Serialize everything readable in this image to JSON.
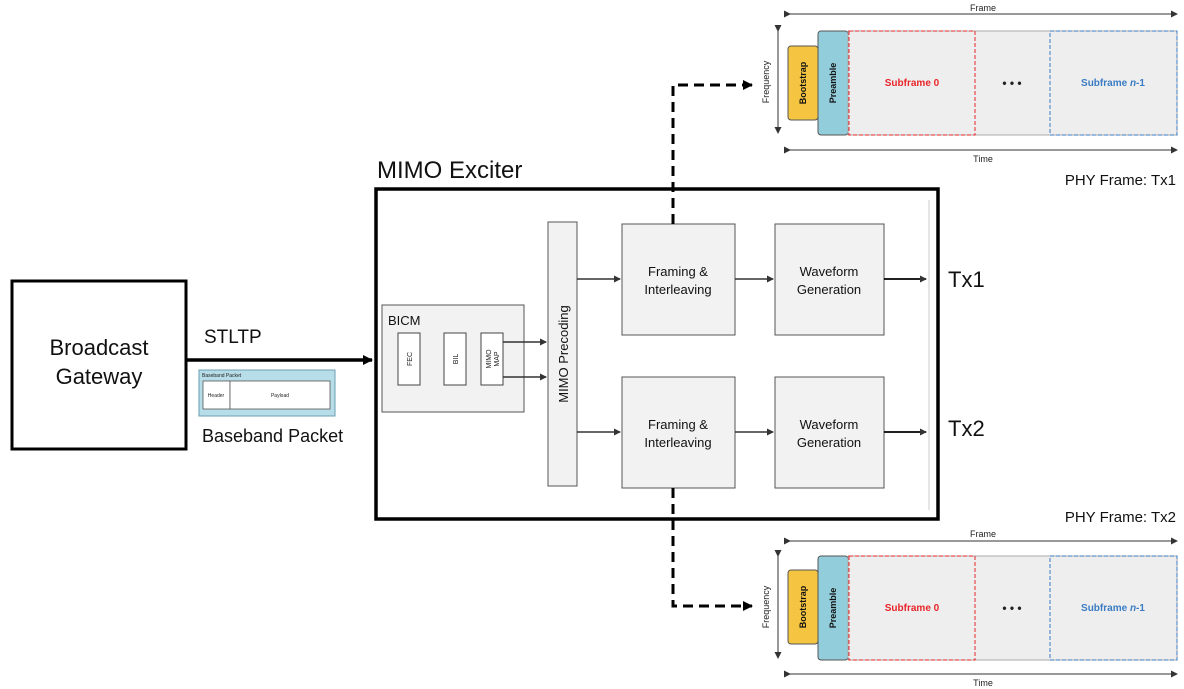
{
  "broadcast_gateway": {
    "line1": "Broadcast",
    "line2": "Gateway"
  },
  "stltp_label": "STLTP",
  "baseband_packet": {
    "label": "Baseband Packet",
    "inner_title": "Baseband Packet",
    "header": "Header",
    "payload": "Payload"
  },
  "exciter": {
    "title": "MIMO Exciter",
    "bicm": {
      "title": "BICM",
      "fec": "FEC",
      "bil": "BIL",
      "mimo_map_line1": "MIMO",
      "mimo_map_line2": "MAP"
    },
    "precoding": "MIMO Precoding",
    "framing_line1": "Framing &",
    "framing_line2": "Interleaving",
    "waveform_line1": "Waveform",
    "waveform_line2": "Generation",
    "tx1": "Tx1",
    "tx2": "Tx2"
  },
  "phy_frame_tx1": {
    "caption": "PHY Frame: Tx1",
    "frame": "Frame",
    "time": "Time",
    "frequency": "Frequency",
    "bootstrap": "Bootstrap",
    "preamble": "Preamble",
    "subframe0": "Subframe 0",
    "ellipsis": "• • •",
    "subframe_n_prefix": "Subframe ",
    "subframe_n_var": "n",
    "subframe_n_suffix": "-1"
  },
  "phy_frame_tx2": {
    "caption": "PHY Frame: Tx2",
    "frame": "Frame",
    "time": "Time",
    "frequency": "Frequency",
    "bootstrap": "Bootstrap",
    "preamble": "Preamble",
    "subframe0": "Subframe 0",
    "ellipsis": "• • •",
    "subframe_n_prefix": "Subframe ",
    "subframe_n_var": "n",
    "subframe_n_suffix": "-1"
  },
  "colors": {
    "bootstrap": "#f5c542",
    "preamble": "#92cddc",
    "subframe_bg": "#eeeeee",
    "subframe0_border": "#e8252a",
    "subframe_n_border": "#3a7cc4",
    "baseband_fill": "#b7dde8",
    "block_fill": "#f2f2f2"
  }
}
